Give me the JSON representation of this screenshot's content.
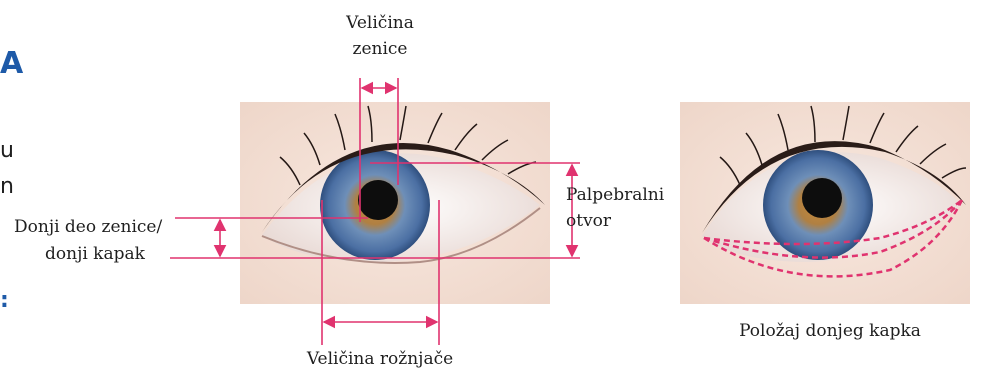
{
  "labels": {
    "pupil_size_line1": "Veličina",
    "pupil_size_line2": "zenice",
    "palpebral_line1": "Palpebralni",
    "palpebral_line2": "otvor",
    "lower_pupil_line1": "Donji deo zenice/",
    "lower_pupil_line2": "donji kapak",
    "cornea_size": "Veličina rožnjače",
    "lower_lid_position": "Položaj donjeg kapka"
  },
  "left_margin_fragments": {
    "heading_fragment": "A",
    "text_fragment_1": "u",
    "text_fragment_2": "n",
    "text_fragment_3": ":"
  },
  "colors": {
    "annotation": "#e0336f",
    "heading_blue": "#1e5aa8",
    "photo_bg": "#f3dfd4"
  }
}
